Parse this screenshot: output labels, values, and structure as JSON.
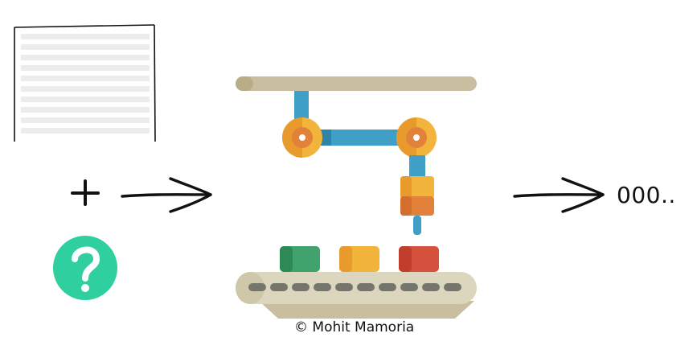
{
  "labels": {
    "output": "000..",
    "credit": "© Mohit Mamoria"
  },
  "icons": {
    "input_document": "document-lines-icon",
    "plus": "plus-icon",
    "unknown": "question-icon",
    "machine": "robotic-arm-assembly-line-icon",
    "arrow_in": "arrow-right-icon",
    "arrow_out": "arrow-right-icon"
  },
  "colors": {
    "rail": "#c9bfa0",
    "arm_blue": "#3f9fc6",
    "joint_orange": "#f2b43a",
    "joint_inner": "#e2813a",
    "question_green": "#2fcfa0",
    "block_green": "#3fa36b",
    "block_orange": "#f2b43a",
    "block_red": "#d5533e",
    "belt": "#ddd6be",
    "belt_dash": "#76756c"
  },
  "blocks": [
    "green",
    "orange",
    "red"
  ]
}
